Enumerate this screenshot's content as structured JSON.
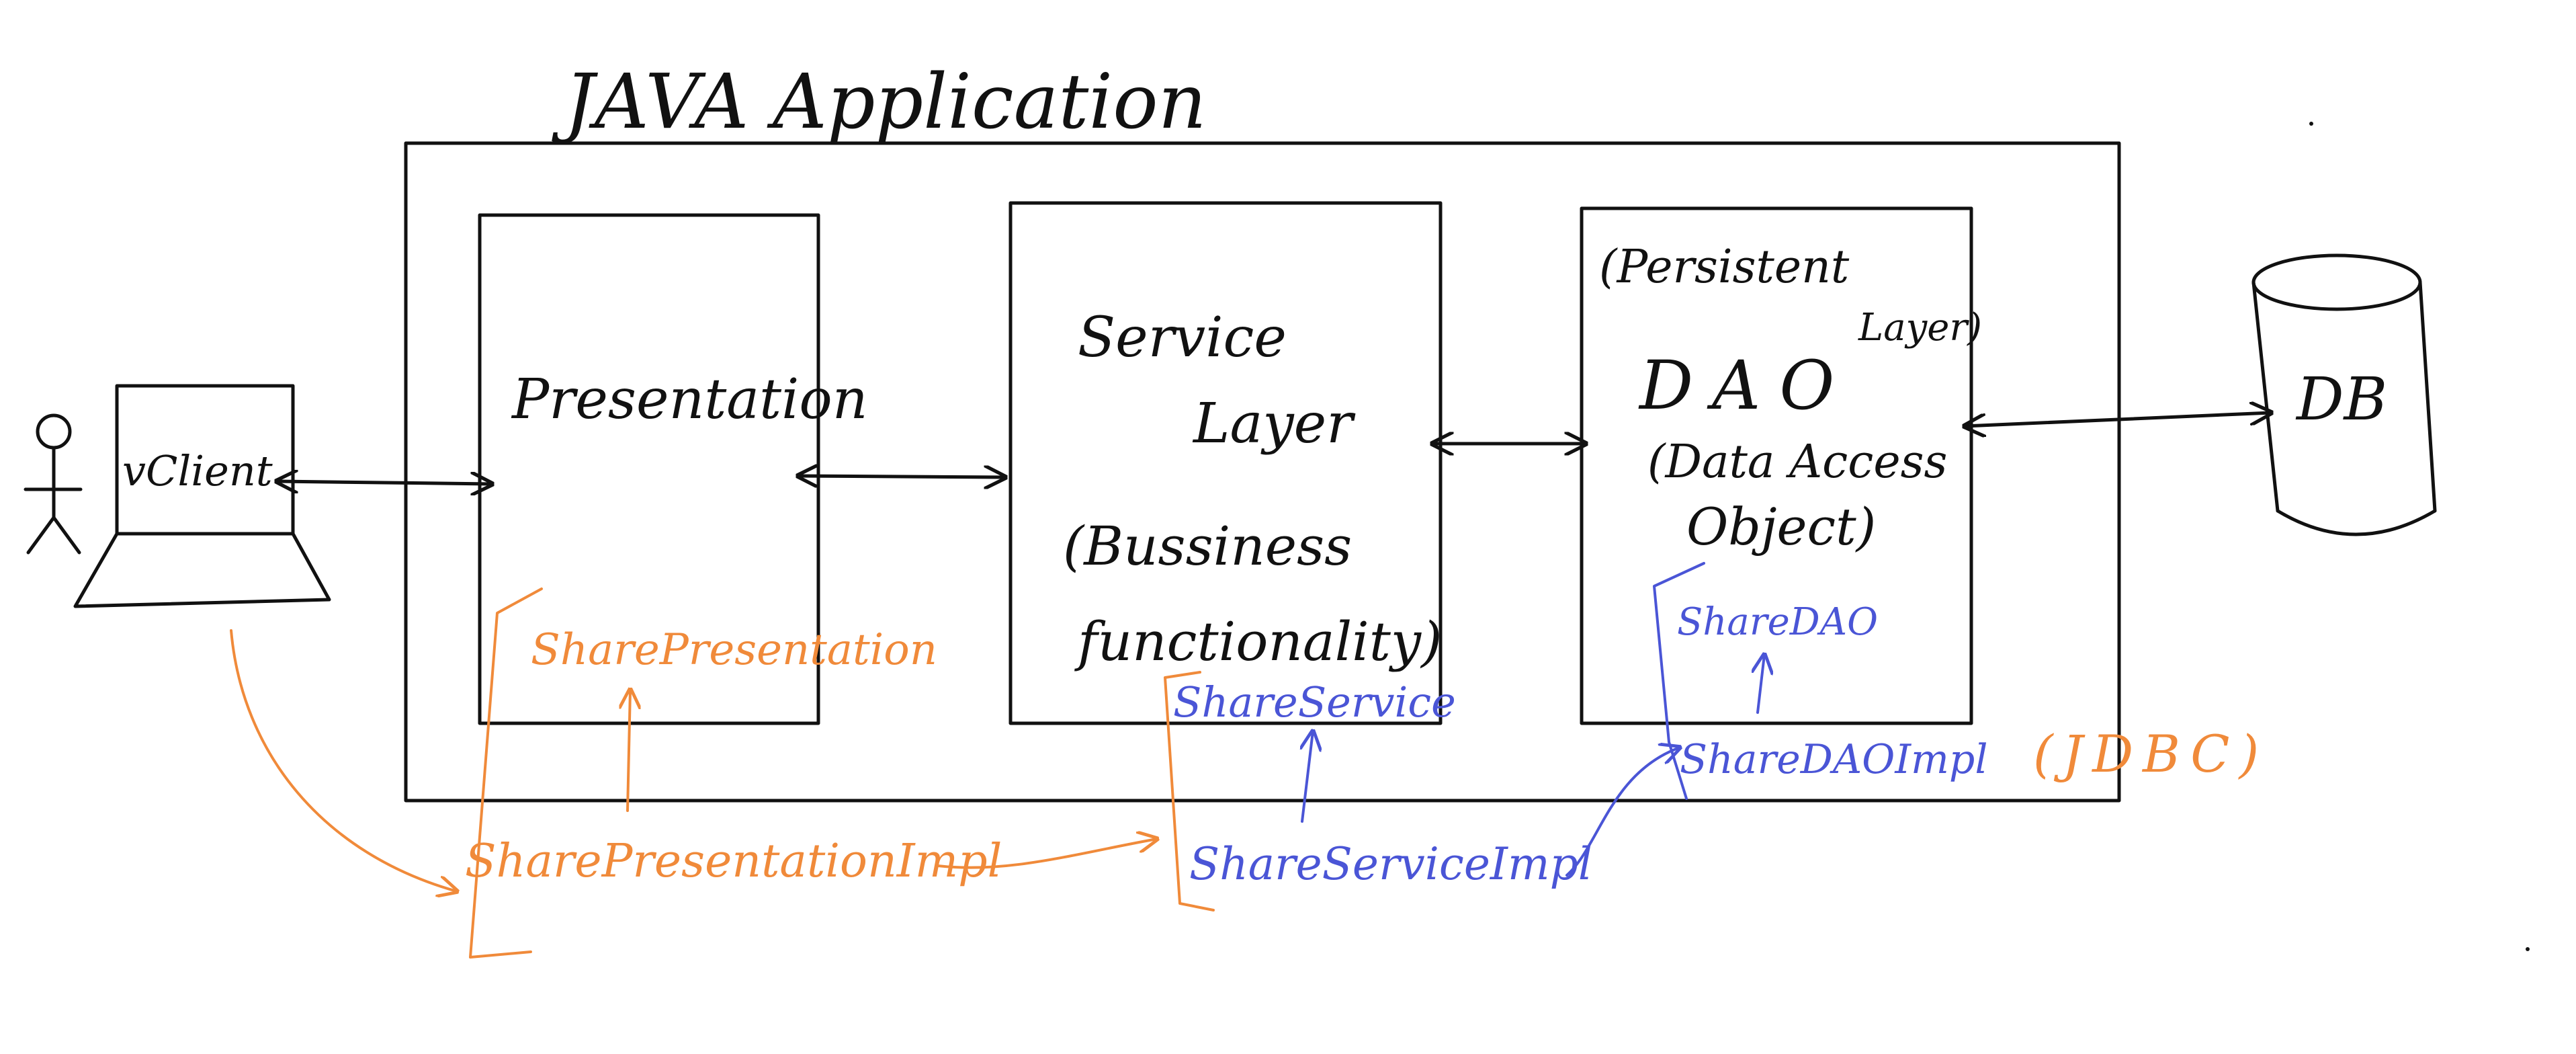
{
  "diagram": {
    "title": "JAVA Application",
    "client": {
      "label": "vClient"
    },
    "layers": {
      "presentation": {
        "label": "Presentation"
      },
      "service": {
        "line1": "Service",
        "line2": "Layer",
        "line3": "(Bussiness",
        "line4": "functionality)"
      },
      "dao": {
        "line1": "(Persistent",
        "line2": "Layer)",
        "line3": "DAO",
        "line4": "(Data Access",
        "line5": "Object)"
      }
    },
    "database": {
      "label": "DB"
    },
    "annotations": {
      "share_presentation": "SharePresentation",
      "share_presentation_impl": "SharePresentationImpl",
      "share_service": "ShareService",
      "share_service_impl": "ShareServiceImpl",
      "share_dao": "ShareDAO",
      "share_dao_impl": "ShareDAOImpl",
      "jdbc": "(JDBC)"
    },
    "colors": {
      "ink": "#111111",
      "orange": "#f08a3a",
      "blue": "#4a55d6"
    }
  }
}
